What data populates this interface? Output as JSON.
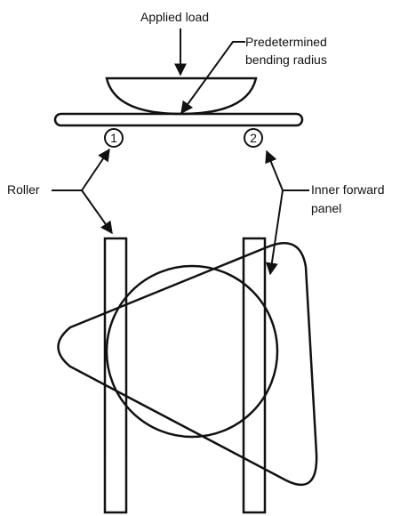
{
  "labels": {
    "applied_load": "Applied load",
    "bending_radius_line1": "Predetermined",
    "bending_radius_line2": "bending radius",
    "roller": "Roller",
    "panel_line1": "Inner forward",
    "panel_line2": "panel",
    "roller_1": "1",
    "roller_2": "2"
  }
}
